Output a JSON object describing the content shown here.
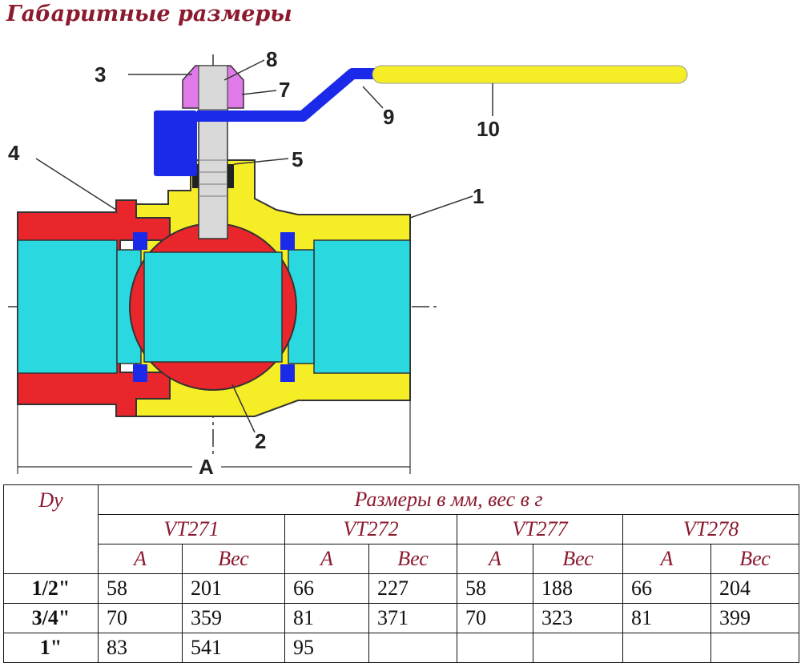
{
  "title": "Габаритные размеры",
  "diagram": {
    "callouts": [
      "1",
      "2",
      "3",
      "4",
      "5",
      "7",
      "8",
      "9",
      "10"
    ],
    "dimension_label": "A",
    "colors": {
      "red_body": "#e8262b",
      "yellow_body": "#f5ee26",
      "cyan_bore": "#29d9df",
      "blue_handle": "#1a2ae8",
      "pink_nut": "#e07ae8",
      "grey_stem": "#d9d9d9"
    }
  },
  "table": {
    "dy_label": "Dy",
    "header_main": "Размеры в мм, вес в г",
    "models": [
      "VT271",
      "VT272",
      "VT277",
      "VT278"
    ],
    "sub_a": "A",
    "sub_weight": "Вес",
    "rows": [
      {
        "size": "1/2\"",
        "values": [
          "58",
          "201",
          "66",
          "227",
          "58",
          "188",
          "66",
          "204"
        ]
      },
      {
        "size": "3/4\"",
        "values": [
          "70",
          "359",
          "81",
          "371",
          "70",
          "323",
          "81",
          "399"
        ]
      },
      {
        "size": "1\"",
        "values": [
          "83",
          "541",
          "95",
          "",
          "",
          "",
          "",
          ""
        ]
      }
    ]
  }
}
